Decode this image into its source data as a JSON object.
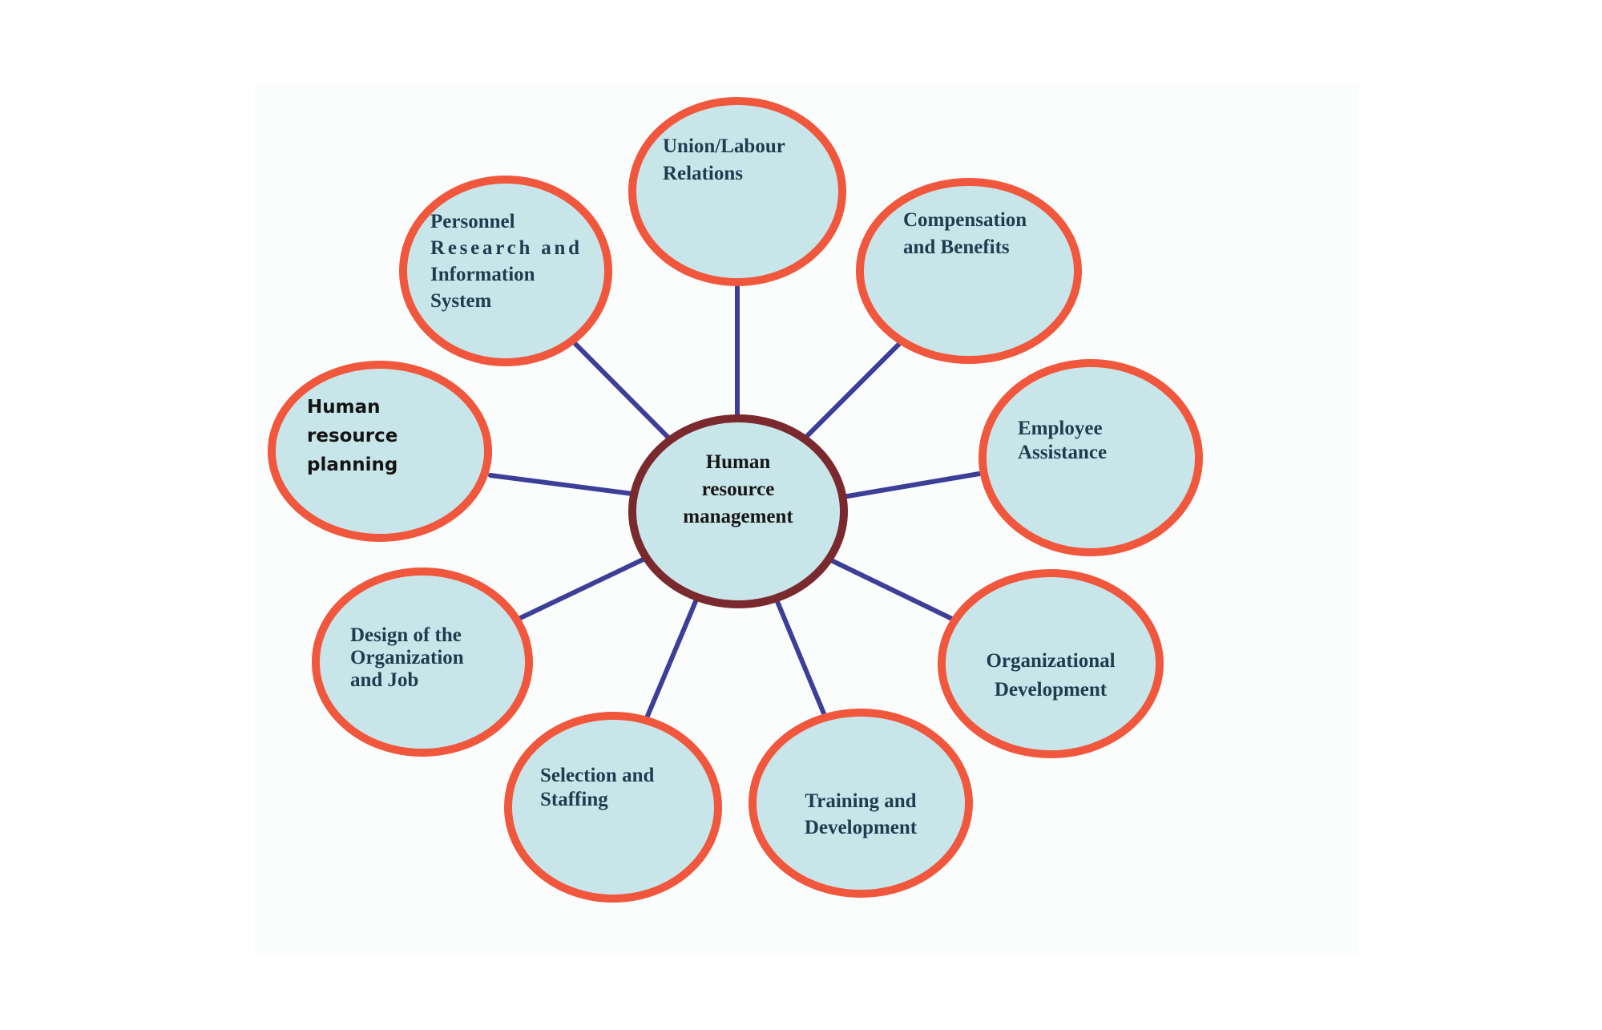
{
  "diagram": {
    "colors": {
      "node_fill": "#c8e6ea",
      "node_border": "#f0573d",
      "center_border": "#7a2a2e",
      "connector": "#3c3f97"
    },
    "center": {
      "lines": [
        "Human",
        "resource",
        "management"
      ]
    },
    "nodes": [
      {
        "id": "union-labour-relations",
        "lines": [
          "Union/Labour",
          "Relations"
        ]
      },
      {
        "id": "compensation-and-benefits",
        "lines": [
          "Compensation",
          "and Benefits"
        ]
      },
      {
        "id": "employee-assistance",
        "lines": [
          "Employee",
          "Assistance"
        ]
      },
      {
        "id": "organizational-development",
        "lines": [
          "Organizational",
          "Development"
        ]
      },
      {
        "id": "training-and-development",
        "lines": [
          "Training and",
          "Development"
        ]
      },
      {
        "id": "selection-and-staffing",
        "lines": [
          "Selection and",
          "Staffing"
        ]
      },
      {
        "id": "design-of-organization-and-job",
        "lines": [
          "Design of the",
          "Organization",
          "and Job"
        ]
      },
      {
        "id": "human-resource-planning",
        "lines": [
          "Human",
          "resource",
          "planning"
        ]
      },
      {
        "id": "personnel-research-information-system",
        "lines": [
          "Personnel",
          "Research and",
          "Information",
          "System"
        ]
      }
    ]
  }
}
